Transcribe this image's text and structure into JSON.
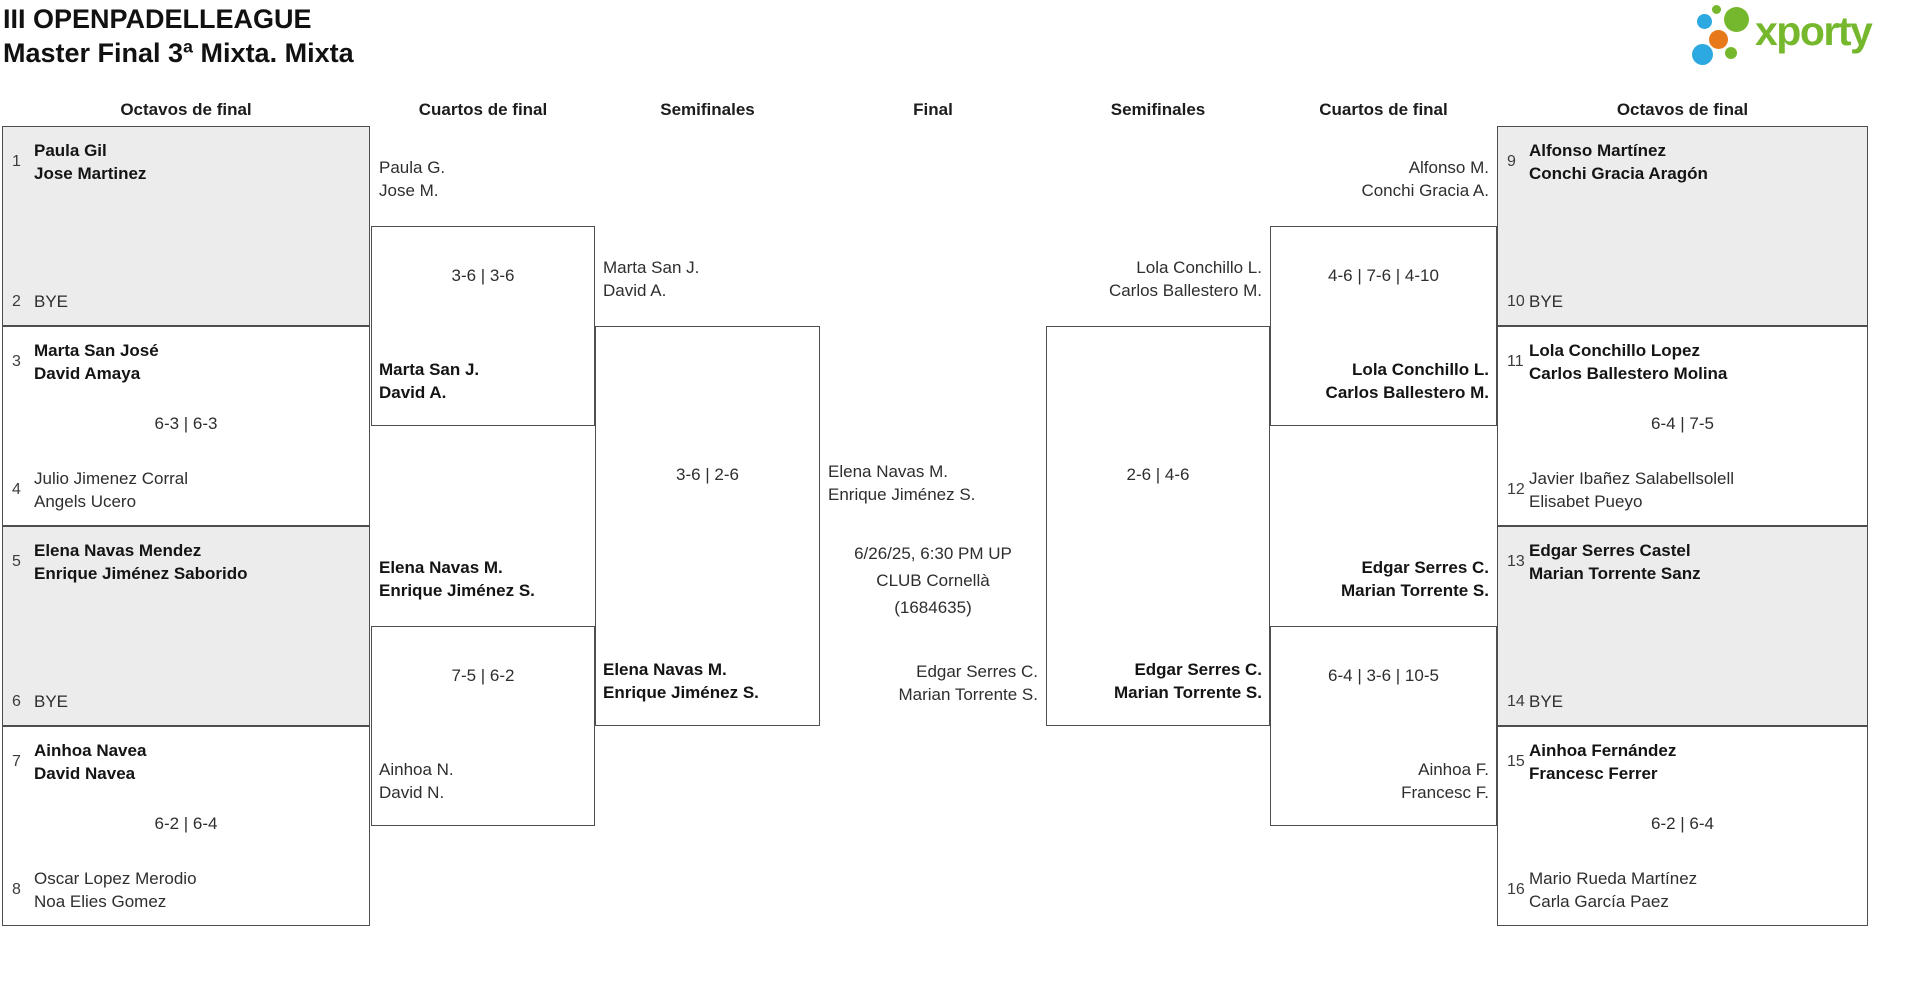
{
  "title": {
    "line1": "III OPENPADELLEAGUE",
    "line2": "Master Final 3ª Mixta. Mixta"
  },
  "logo": {
    "text": "xporty",
    "colors": {
      "green": "#76b82d",
      "blue": "#2ba9e0",
      "orange": "#e8791a"
    }
  },
  "colors": {
    "border": "#4e4e4e",
    "shaded_box": "#ececec",
    "text": "#2e2e2e"
  },
  "round_headers": [
    "Octavos de final",
    "Cuartos de final",
    "Semifinales",
    "Final",
    "Semifinales",
    "Cuartos de final",
    "Octavos de final"
  ],
  "octavos_left": [
    {
      "seed_top": "1",
      "team_top": [
        "Paula Gil",
        "Jose Martinez"
      ],
      "top_bold": true,
      "score": "",
      "seed_bottom": "2",
      "team_bottom": [
        "BYE"
      ],
      "bottom_bold": false,
      "shaded": true
    },
    {
      "seed_top": "3",
      "team_top": [
        "Marta San José",
        "David Amaya"
      ],
      "top_bold": true,
      "score": "6-3 | 6-3",
      "seed_bottom": "4",
      "team_bottom": [
        "Julio Jimenez Corral",
        "Angels Ucero"
      ],
      "bottom_bold": false,
      "shaded": false
    },
    {
      "seed_top": "5",
      "team_top": [
        "Elena Navas Mendez",
        "Enrique Jiménez Saborido"
      ],
      "top_bold": true,
      "score": "",
      "seed_bottom": "6",
      "team_bottom": [
        "BYE"
      ],
      "bottom_bold": false,
      "shaded": true
    },
    {
      "seed_top": "7",
      "team_top": [
        "Ainhoa Navea",
        "David Navea"
      ],
      "top_bold": true,
      "score": "6-2 | 6-4",
      "seed_bottom": "8",
      "team_bottom": [
        "Oscar Lopez Merodio",
        "Noa Elies Gomez"
      ],
      "bottom_bold": false,
      "shaded": false
    }
  ],
  "octavos_right": [
    {
      "seed_top": "9",
      "team_top": [
        "Alfonso Martínez",
        "Conchi Gracia Aragón"
      ],
      "top_bold": true,
      "score": "",
      "seed_bottom": "10",
      "team_bottom": [
        "BYE"
      ],
      "bottom_bold": false,
      "shaded": true
    },
    {
      "seed_top": "11",
      "team_top": [
        "Lola Conchillo Lopez",
        "Carlos Ballestero Molina"
      ],
      "top_bold": true,
      "score": "6-4 | 7-5",
      "seed_bottom": "12",
      "team_bottom": [
        "Javier Ibañez Salabellsolell",
        "Elisabet Pueyo"
      ],
      "bottom_bold": false,
      "shaded": false
    },
    {
      "seed_top": "13",
      "team_top": [
        "Edgar Serres Castel",
        "Marian Torrente Sanz"
      ],
      "top_bold": true,
      "score": "",
      "seed_bottom": "14",
      "team_bottom": [
        "BYE"
      ],
      "bottom_bold": false,
      "shaded": true
    },
    {
      "seed_top": "15",
      "team_top": [
        "Ainhoa Fernández",
        "Francesc Ferrer"
      ],
      "top_bold": true,
      "score": "6-2 | 6-4",
      "seed_bottom": "16",
      "team_bottom": [
        "Mario Rueda Martínez",
        "Carla García Paez"
      ],
      "bottom_bold": false,
      "shaded": false
    }
  ],
  "cuartos_left": [
    {
      "team_top": [
        "Paula G.",
        "Jose M."
      ],
      "top_bold": false,
      "score": "3-6 | 3-6",
      "team_bottom": [
        "Marta San J.",
        "David A."
      ],
      "bottom_bold": true
    },
    {
      "team_top": [
        "Elena Navas M.",
        "Enrique Jiménez S."
      ],
      "top_bold": true,
      "score": "7-5 | 6-2",
      "team_bottom": [
        "Ainhoa N.",
        "David N."
      ],
      "bottom_bold": false
    }
  ],
  "cuartos_right": [
    {
      "team_top": [
        "Alfonso M.",
        "Conchi Gracia A."
      ],
      "top_bold": false,
      "score": "4-6 | 7-6 | 4-10",
      "team_bottom": [
        "Lola Conchillo L.",
        "Carlos Ballestero M."
      ],
      "bottom_bold": true
    },
    {
      "team_top": [
        "Edgar Serres C.",
        "Marian Torrente S."
      ],
      "top_bold": true,
      "score": "6-4 | 3-6 | 10-5",
      "team_bottom": [
        "Ainhoa F.",
        "Francesc F."
      ],
      "bottom_bold": false
    }
  ],
  "semifinal_left": {
    "team_top": [
      "Marta San J.",
      "David A."
    ],
    "top_bold": false,
    "score": "3-6 | 2-6",
    "team_bottom": [
      "Elena Navas M.",
      "Enrique Jiménez S."
    ],
    "bottom_bold": true
  },
  "semifinal_right": {
    "team_top": [
      "Lola Conchillo L.",
      "Carlos Ballestero M."
    ],
    "top_bold": false,
    "score": "2-6 | 4-6",
    "team_bottom": [
      "Edgar Serres C.",
      "Marian Torrente S."
    ],
    "bottom_bold": true
  },
  "final": {
    "team_left": [
      "Elena Navas M.",
      "Enrique Jiménez S."
    ],
    "venue": [
      "6/26/25, 6:30 PM UP",
      "CLUB Cornellà",
      "(1684635)"
    ],
    "team_right": [
      "Edgar Serres C.",
      "Marian Torrente S."
    ]
  }
}
